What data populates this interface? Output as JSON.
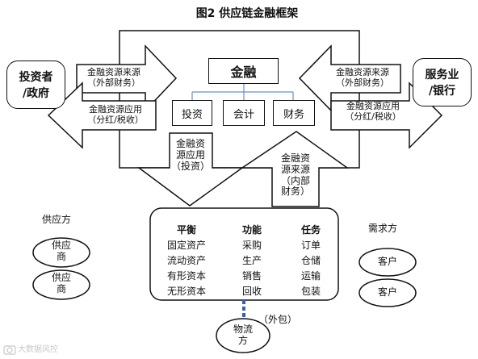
{
  "title": "图2  供应链金融框架",
  "investor": {
    "line1": "投资者",
    "line2": "/政府"
  },
  "service": {
    "line1": "服务业",
    "line2": "/银行"
  },
  "left_in_arrow": {
    "line1": "金融资源来源",
    "line2": "（外部财务）"
  },
  "left_out_arrow": {
    "line1": "金融资源应用",
    "line2": "（分红/税收）"
  },
  "right_in_arrow": {
    "line1": "金融资源来源",
    "line2": "（外部财务）"
  },
  "right_out_arrow": {
    "line1": "金融资源应用",
    "line2": "（分红/税收）"
  },
  "finance": {
    "title": "金融",
    "children": [
      "投资",
      "会计",
      "财务"
    ]
  },
  "down_arrow": {
    "line1": "金融资",
    "line2": "源应用",
    "line3": "（投资）"
  },
  "up_arrow": {
    "line1": "金融资",
    "line2": "源来源",
    "line3": "（内部",
    "line4": "财务）"
  },
  "supplier": {
    "label": "供应方",
    "nodes": [
      {
        "line1": "供应",
        "line2": "商"
      },
      {
        "line1": "供应",
        "line2": "商"
      }
    ]
  },
  "demand": {
    "label": "需求方",
    "nodes": [
      "客户",
      "客户"
    ]
  },
  "core": {
    "columns": [
      {
        "header": "平衡",
        "items": [
          "固定资产",
          "流动资产",
          "有形资本",
          "无形资本"
        ]
      },
      {
        "header": "功能",
        "items": [
          "采购",
          "生产",
          "销售",
          "回收"
        ]
      },
      {
        "header": "任务",
        "items": [
          "订单",
          "仓储",
          "运输",
          "包装"
        ]
      }
    ]
  },
  "logistics": {
    "line1": "物流",
    "line2": "方"
  },
  "outsourcing": "（外包）",
  "watermark": "大数据风控"
}
